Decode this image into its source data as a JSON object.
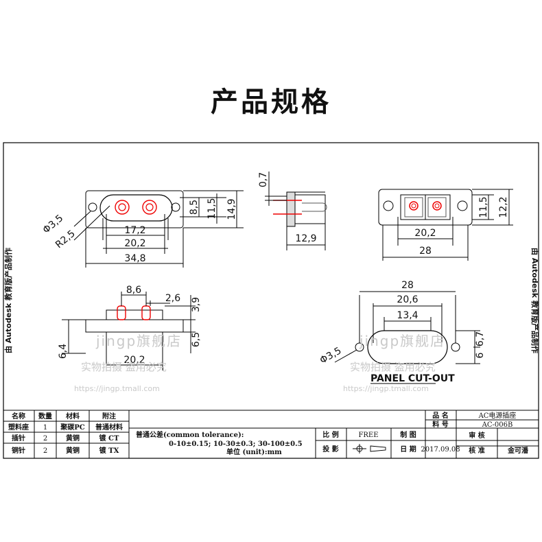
{
  "title": "产品规格",
  "side_text": "由 Autodesk 教育版产品制作",
  "watermark": {
    "brand": "jingp旗舰店",
    "notice": "实物拍摄 盗用必究",
    "url": "https://jingp.tmall.com"
  },
  "dims": {
    "front": {
      "d35": "Φ3,5",
      "r25": "R2,5",
      "w172": "17,2",
      "w202": "20,2",
      "w348": "34,8",
      "h85": "8,5",
      "h115": "11,5",
      "h149": "14,9"
    },
    "side": {
      "t07": "0,7",
      "w129": "12,9"
    },
    "back": {
      "h115": "11,5",
      "h122": "12,2",
      "w202": "20,2",
      "w28": "28"
    },
    "bottom": {
      "w86": "8,6",
      "w26": "2,6",
      "h39": "3,9",
      "h64": "6,4",
      "h65": "6,5",
      "w202": "20,2"
    },
    "cutout": {
      "w28": "28",
      "w206": "20,6",
      "w134": "13,4",
      "d35": "Φ3,5",
      "h67": "6,7",
      "h6": "6",
      "label": "PANEL CUT-OUT"
    }
  },
  "bom": {
    "headers": [
      "名称",
      "数量",
      "材料",
      "附注"
    ],
    "rows": [
      [
        "塑料座",
        "1",
        "聚碳PC",
        "普通材料"
      ],
      [
        "插针",
        "2",
        "黄铜",
        "镀 CT"
      ],
      [
        "铜针",
        "2",
        "黄铜",
        "镀 TX"
      ]
    ]
  },
  "tolerance": {
    "line1": "普通公差(common tolerance):",
    "line2": "0-10±0.15; 10-30±0.3; 30-100±0.5",
    "line3": "单位 (unit):mm"
  },
  "mid": {
    "scale_label": "比 例",
    "scale_value": "FREE",
    "draw_label": "制 图",
    "proj_label": "投 影",
    "date_label": "日 期",
    "date_value": "2017.09.08"
  },
  "right": {
    "name_label": "品 名",
    "name_value": "AC电源插座",
    "part_label": "料 号",
    "part_value": "AC-006B",
    "review_label": "审 核",
    "approve_label": "核 准",
    "approver": "金可潘"
  }
}
